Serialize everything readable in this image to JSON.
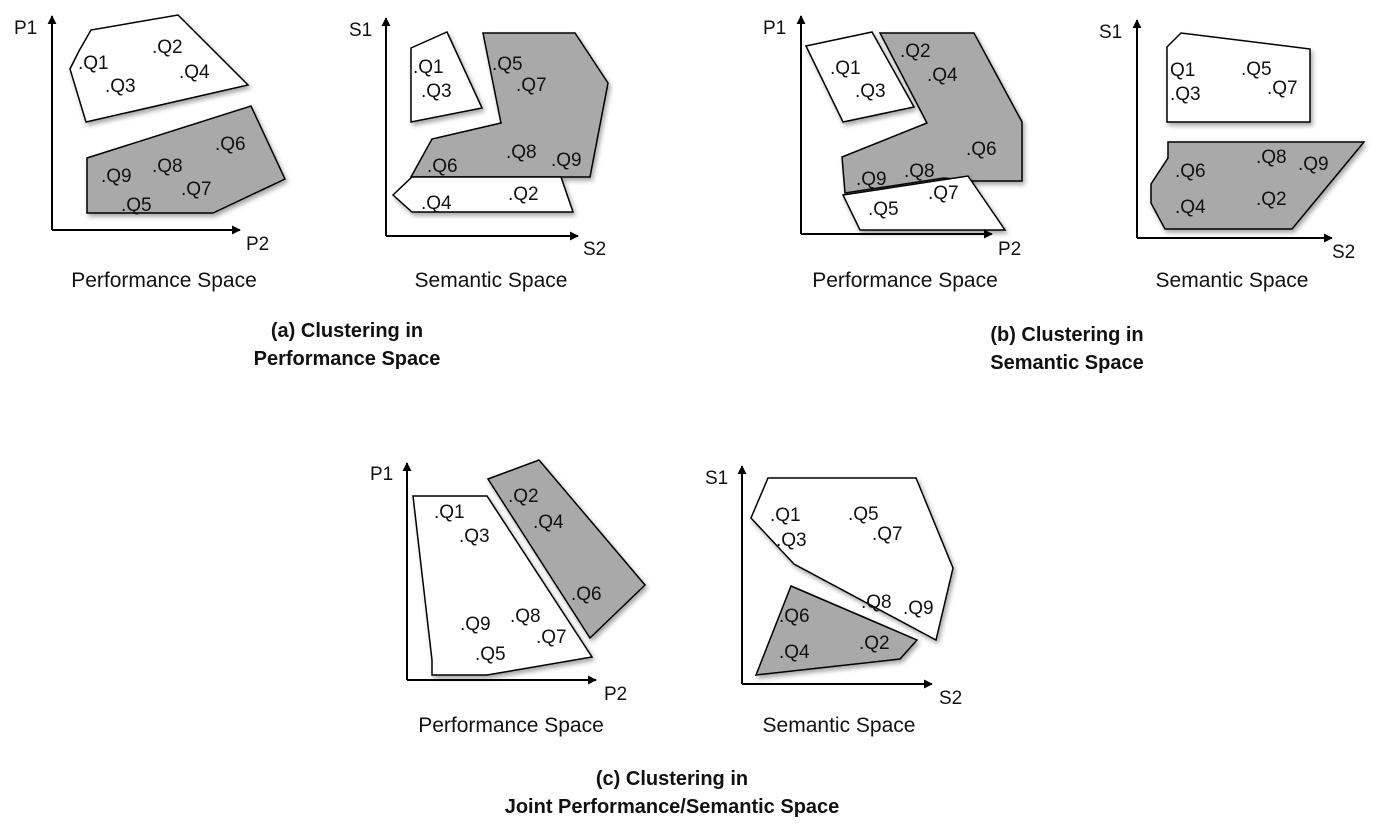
{
  "colors": {
    "shaded_region": "#a9a9a9",
    "white_region": "#ffffff",
    "outline": "#000000"
  },
  "panel_a": {
    "title_line1": "(a) Clustering in",
    "title_line2": "Performance Space",
    "performance": {
      "caption": "Performance Space",
      "y_axis": "P1",
      "x_axis": "P2",
      "white_points": [
        ".Q1",
        ".Q2",
        ".Q3",
        ".Q4"
      ],
      "gray_points": [
        ".Q6",
        ".Q9",
        ".Q8",
        ".Q7",
        ".Q5"
      ]
    },
    "semantic": {
      "caption": "Semantic Space",
      "y_axis": "S1",
      "x_axis": "S2",
      "white_points_top": [
        ".Q1",
        ".Q3"
      ],
      "gray_points": [
        ".Q5",
        ".Q7",
        ".Q6",
        ".Q8",
        ".Q9"
      ],
      "white_points_bottom": [
        ".Q4",
        ".Q2"
      ]
    }
  },
  "panel_b": {
    "title_line1": "(b) Clustering in",
    "title_line2": "Semantic  Space",
    "performance": {
      "caption": "Performance Space",
      "y_axis": "P1",
      "x_axis": "P2",
      "white_points_top": [
        ".Q1",
        ".Q3"
      ],
      "gray_points": [
        ".Q2",
        ".Q4",
        ".Q6",
        ".Q9",
        ".Q8"
      ],
      "white_points_bottom": [
        ".Q7",
        ".Q5"
      ]
    },
    "semantic": {
      "caption": "Semantic Space",
      "y_axis": "S1",
      "x_axis": "S2",
      "white_points": [
        "Q1",
        ".Q5",
        ".Q3",
        ".Q7"
      ],
      "gray_points": [
        ".Q8",
        ".Q9",
        ".Q6",
        ".Q4",
        ".Q2"
      ]
    }
  },
  "panel_c": {
    "title_line1": "(c) Clustering in",
    "title_line2": "Joint Performance/Semantic Space",
    "performance": {
      "caption": "Performance Space",
      "y_axis": "P1",
      "x_axis": "P2",
      "gray_points": [
        ".Q2",
        ".Q4",
        ".Q6"
      ],
      "white_points": [
        ".Q1",
        ".Q3",
        ".Q9",
        ".Q8",
        ".Q7",
        ".Q5"
      ]
    },
    "semantic": {
      "caption": "Semantic Space",
      "y_axis": "S1",
      "x_axis": "S2",
      "white_points": [
        ".Q1",
        ".Q5",
        ".Q3",
        ".Q7",
        ".Q8",
        ".Q9"
      ],
      "gray_points": [
        ".Q6",
        ".Q4",
        ".Q2"
      ]
    }
  }
}
